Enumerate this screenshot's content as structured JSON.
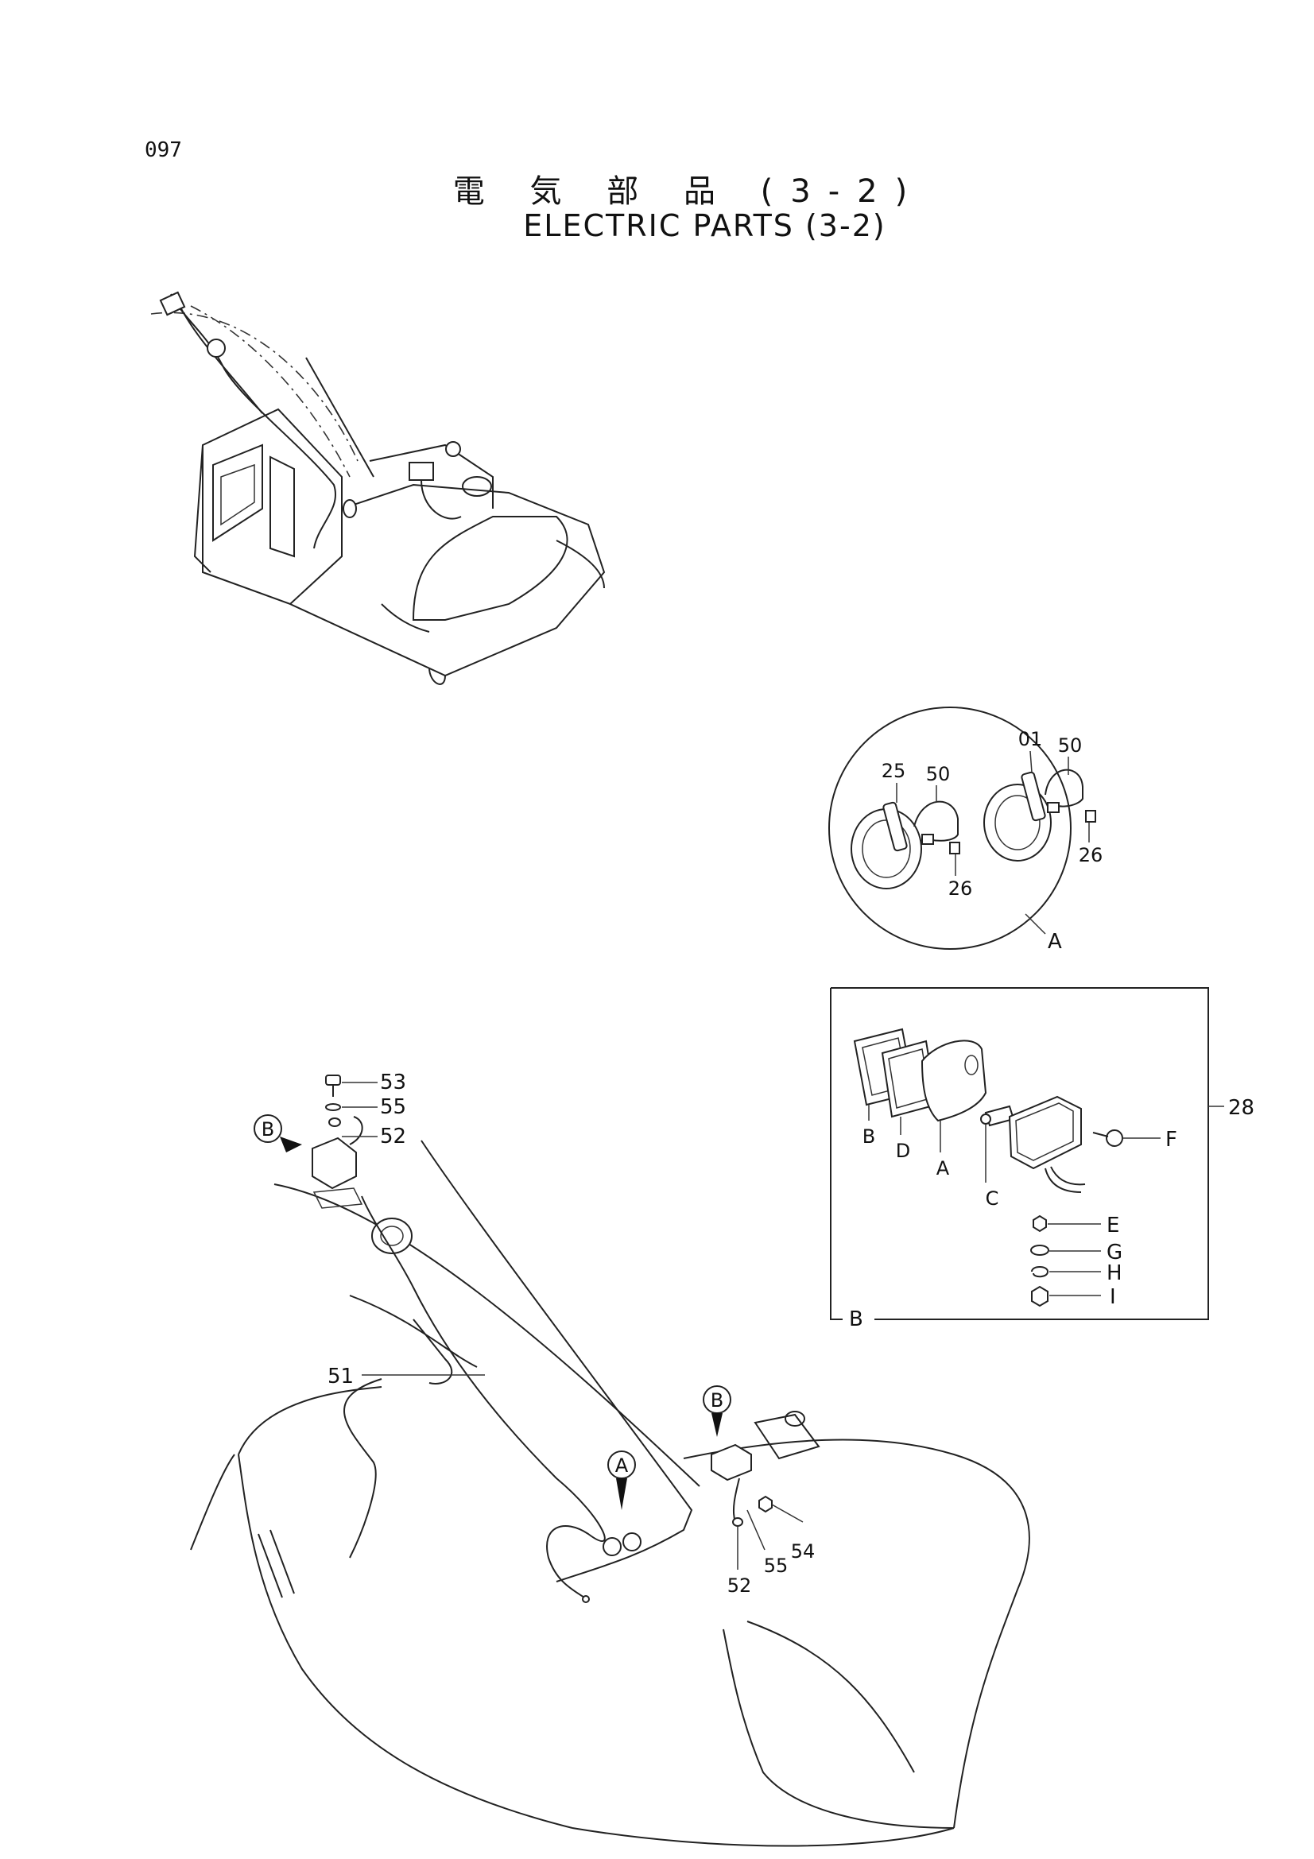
{
  "page_number": "097",
  "title_jp": "電 気 部 品 (3-2)",
  "title_en": "ELECTRIC PARTS (3-2)",
  "detail_a": {
    "view_label": "A",
    "callouts": [
      "25",
      "50",
      "26",
      "01",
      "50",
      "26"
    ]
  },
  "detail_b": {
    "view_label": "B",
    "assembly_part": "28",
    "sub_parts": [
      "B",
      "D",
      "A",
      "C",
      "F",
      "E",
      "G",
      "H",
      "I"
    ]
  },
  "main_view": {
    "callouts": [
      "53",
      "55",
      "52",
      "51",
      "52",
      "55",
      "54"
    ],
    "view_markers": [
      "B",
      "B",
      "A"
    ]
  }
}
